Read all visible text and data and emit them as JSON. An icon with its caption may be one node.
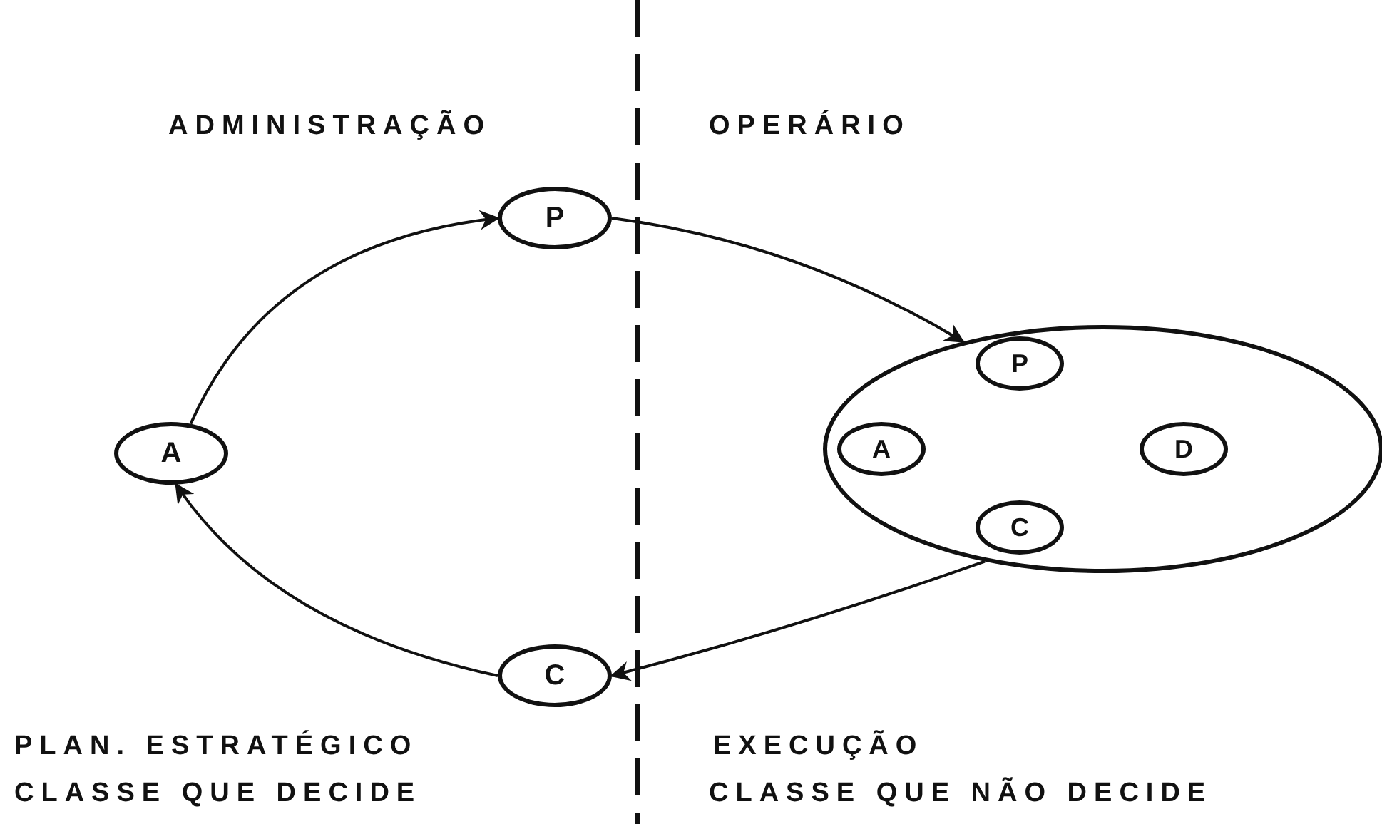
{
  "diagram": {
    "nodes": [
      {
        "text": [
          "P"
        ]
      },
      {
        "text": [
          "A"
        ]
      },
      {
        "text": [
          "C"
        ]
      },
      {
        "text": [],
        "shape": "circle"
      },
      {
        "text": [
          "P"
        ],
        "in": 3
      },
      {
        "text": [
          "A"
        ],
        "in": 3
      },
      {
        "text": [
          "D"
        ],
        "in": 3
      },
      {
        "text": [
          "C"
        ],
        "in": 3
      }
    ],
    "edges": [
      {
        "from": 1,
        "to": 0,
        "arrow": "to"
      },
      {
        "from": 0,
        "to": 3,
        "arrow": "to"
      },
      {
        "from": 3,
        "to": 2,
        "arrow": "to"
      },
      {
        "from": 2,
        "to": 1,
        "arrow": "to"
      }
    ],
    "labels": [
      "ADMINISTRAÇÃO",
      "OPERÁRIO",
      "PLAN. ESTRATÉGICO",
      "CLASSE QUE DECIDE",
      "EXECUÇÃO",
      "CLASSE QUE NÃO DECIDE"
    ]
  }
}
